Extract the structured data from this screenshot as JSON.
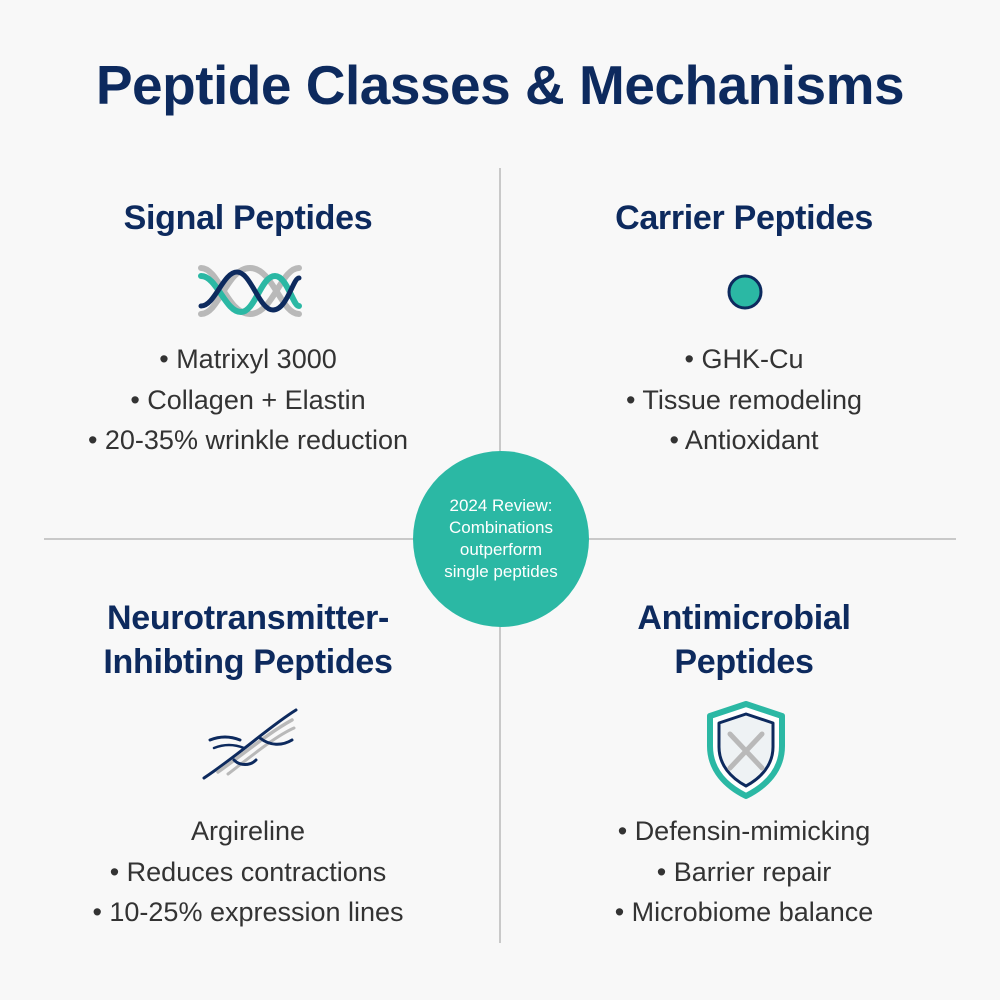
{
  "title": "Peptide Classes & Mechanisms",
  "center": {
    "text": "2024 Review:\nCombinations\noutperform\nsingle peptides"
  },
  "quadrants": {
    "signal": {
      "title": "Signal Peptides",
      "icon": "dna-helix-icon",
      "items": [
        "• Matrixyl 3000",
        "• Collagen + Elastin",
        "• 20-35% wrinkle reduction"
      ]
    },
    "carrier": {
      "title": "Carrier Peptides",
      "icon": "copper-ion-icon",
      "items": [
        "• GHK-Cu",
        "• Tissue remodeling",
        "• Antioxidant"
      ]
    },
    "neuro": {
      "title_line1": "Neurotransmitter-",
      "title_line2": "Inhibting Peptides",
      "icon": "muscle-fiber-icon",
      "items": [
        "Argireline",
        "• Reduces contractions",
        "• 10-25% expression lines"
      ]
    },
    "antimicrobial": {
      "title_line1": "Antimicrobial",
      "title_line2": "Peptides",
      "icon": "shield-icon",
      "items": [
        "• Defensin-mimicking",
        "• Barrier repair",
        "• Microbiome balance"
      ]
    }
  },
  "colors": {
    "navy": "#0d2a5e",
    "teal": "#2bb8a4",
    "divider": "#c9c9c9"
  }
}
